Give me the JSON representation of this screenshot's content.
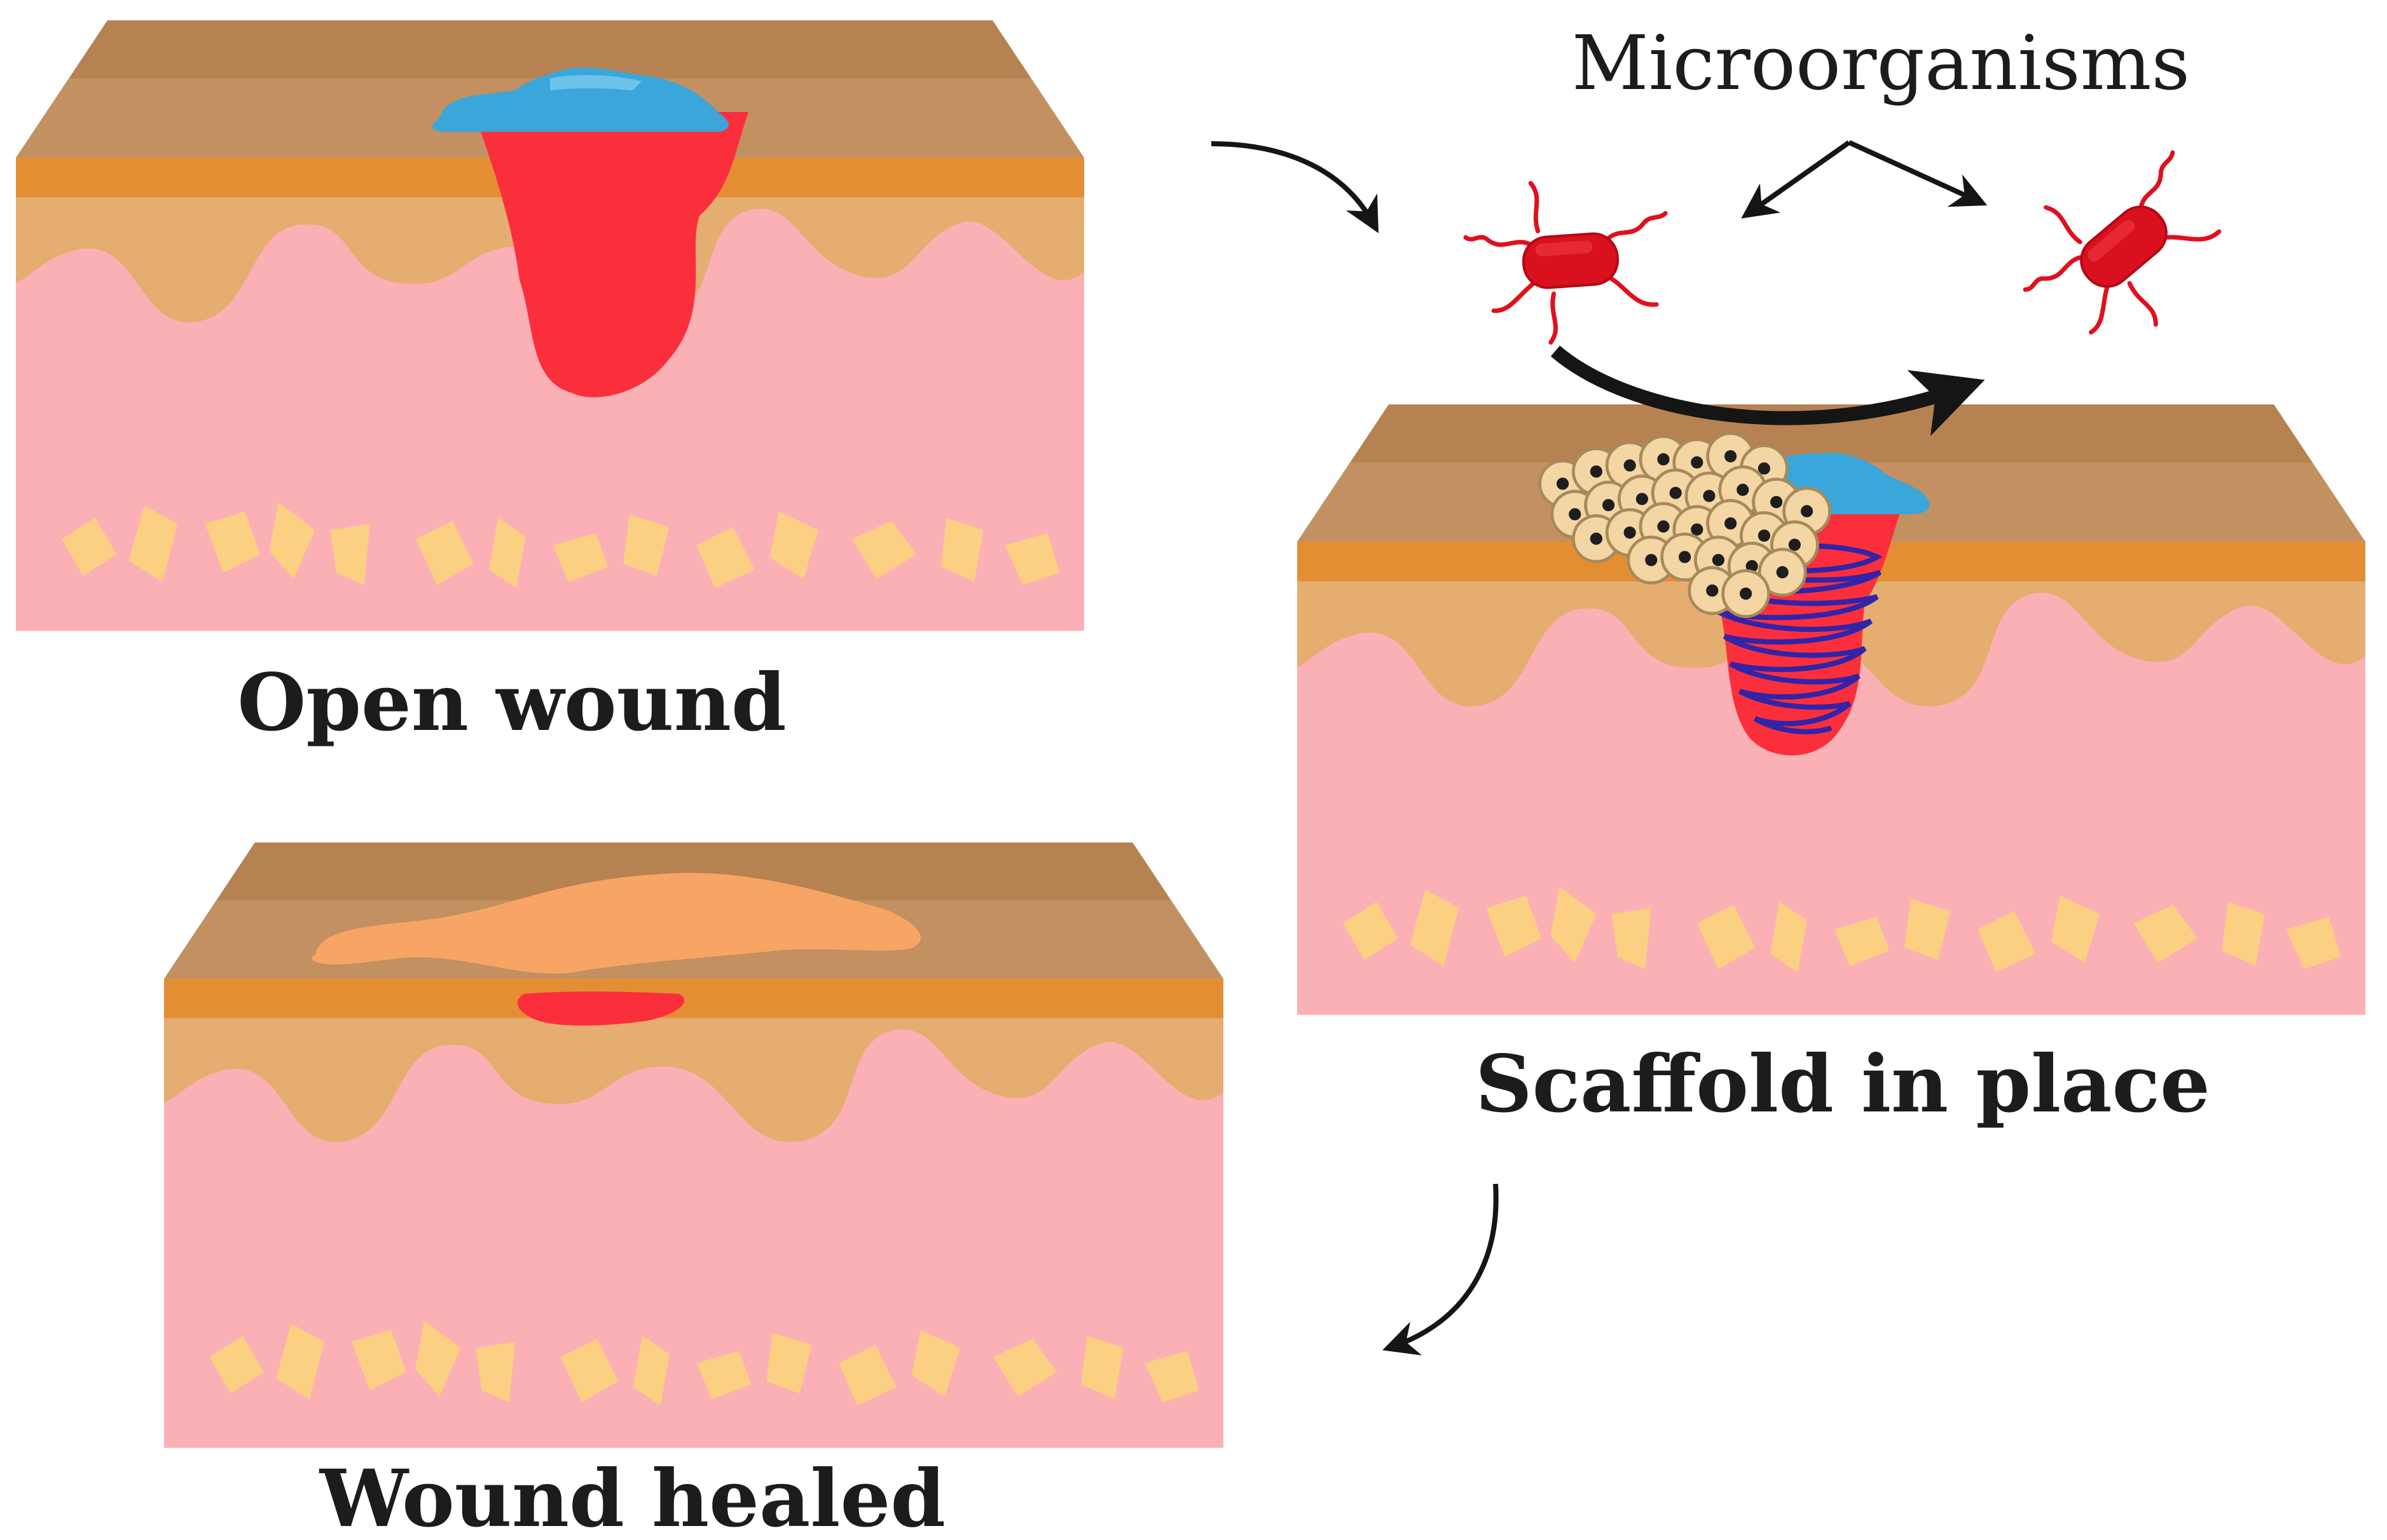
{
  "labels": {
    "open_wound": "Open wound",
    "scaffold": "Scaffold in place",
    "healed": "Wound healed",
    "microorganisms": "Microorganisms"
  },
  "colors": {
    "background": "#ffffff",
    "skin_top": "#b8844f",
    "epidermis_band": "#e48e34",
    "dermis_tan": "#e5ad70",
    "tissue_pink": "#fbb0b5",
    "fat_deposits": "#fcd082",
    "wound_red": "#fb2f3c",
    "fluid_blue": "#3aa6d9",
    "scab_orange": "#f7a464",
    "bacteria_red": "#d9101e",
    "scaffold_fiber": "#3124a8",
    "cell_tan": "#f3d6a3",
    "arrow": "#151515"
  },
  "icons": [
    "bacterium-icon",
    "curved-arrow-icon",
    "double-arrow-icon",
    "scaffold-cells-icon"
  ]
}
